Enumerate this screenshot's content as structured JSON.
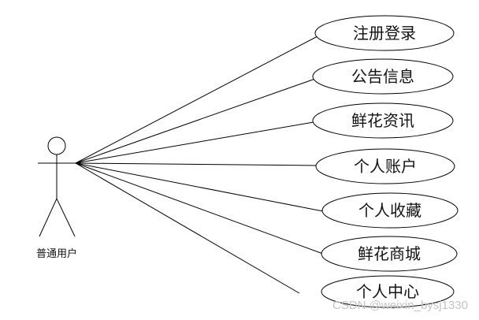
{
  "actor": {
    "label": "普通用户"
  },
  "use_cases": [
    {
      "label": "注册登录"
    },
    {
      "label": "公告信息"
    },
    {
      "label": "鲜花资讯"
    },
    {
      "label": "个人账户"
    },
    {
      "label": "个人收藏"
    },
    {
      "label": "鲜花商城"
    },
    {
      "label": "个人中心"
    }
  ],
  "watermark": {
    "text": "CSDN @weixin_bysj1330"
  },
  "colors": {
    "line": "#000000",
    "background": "#ffffff",
    "watermark": "#c4c4c4"
  }
}
